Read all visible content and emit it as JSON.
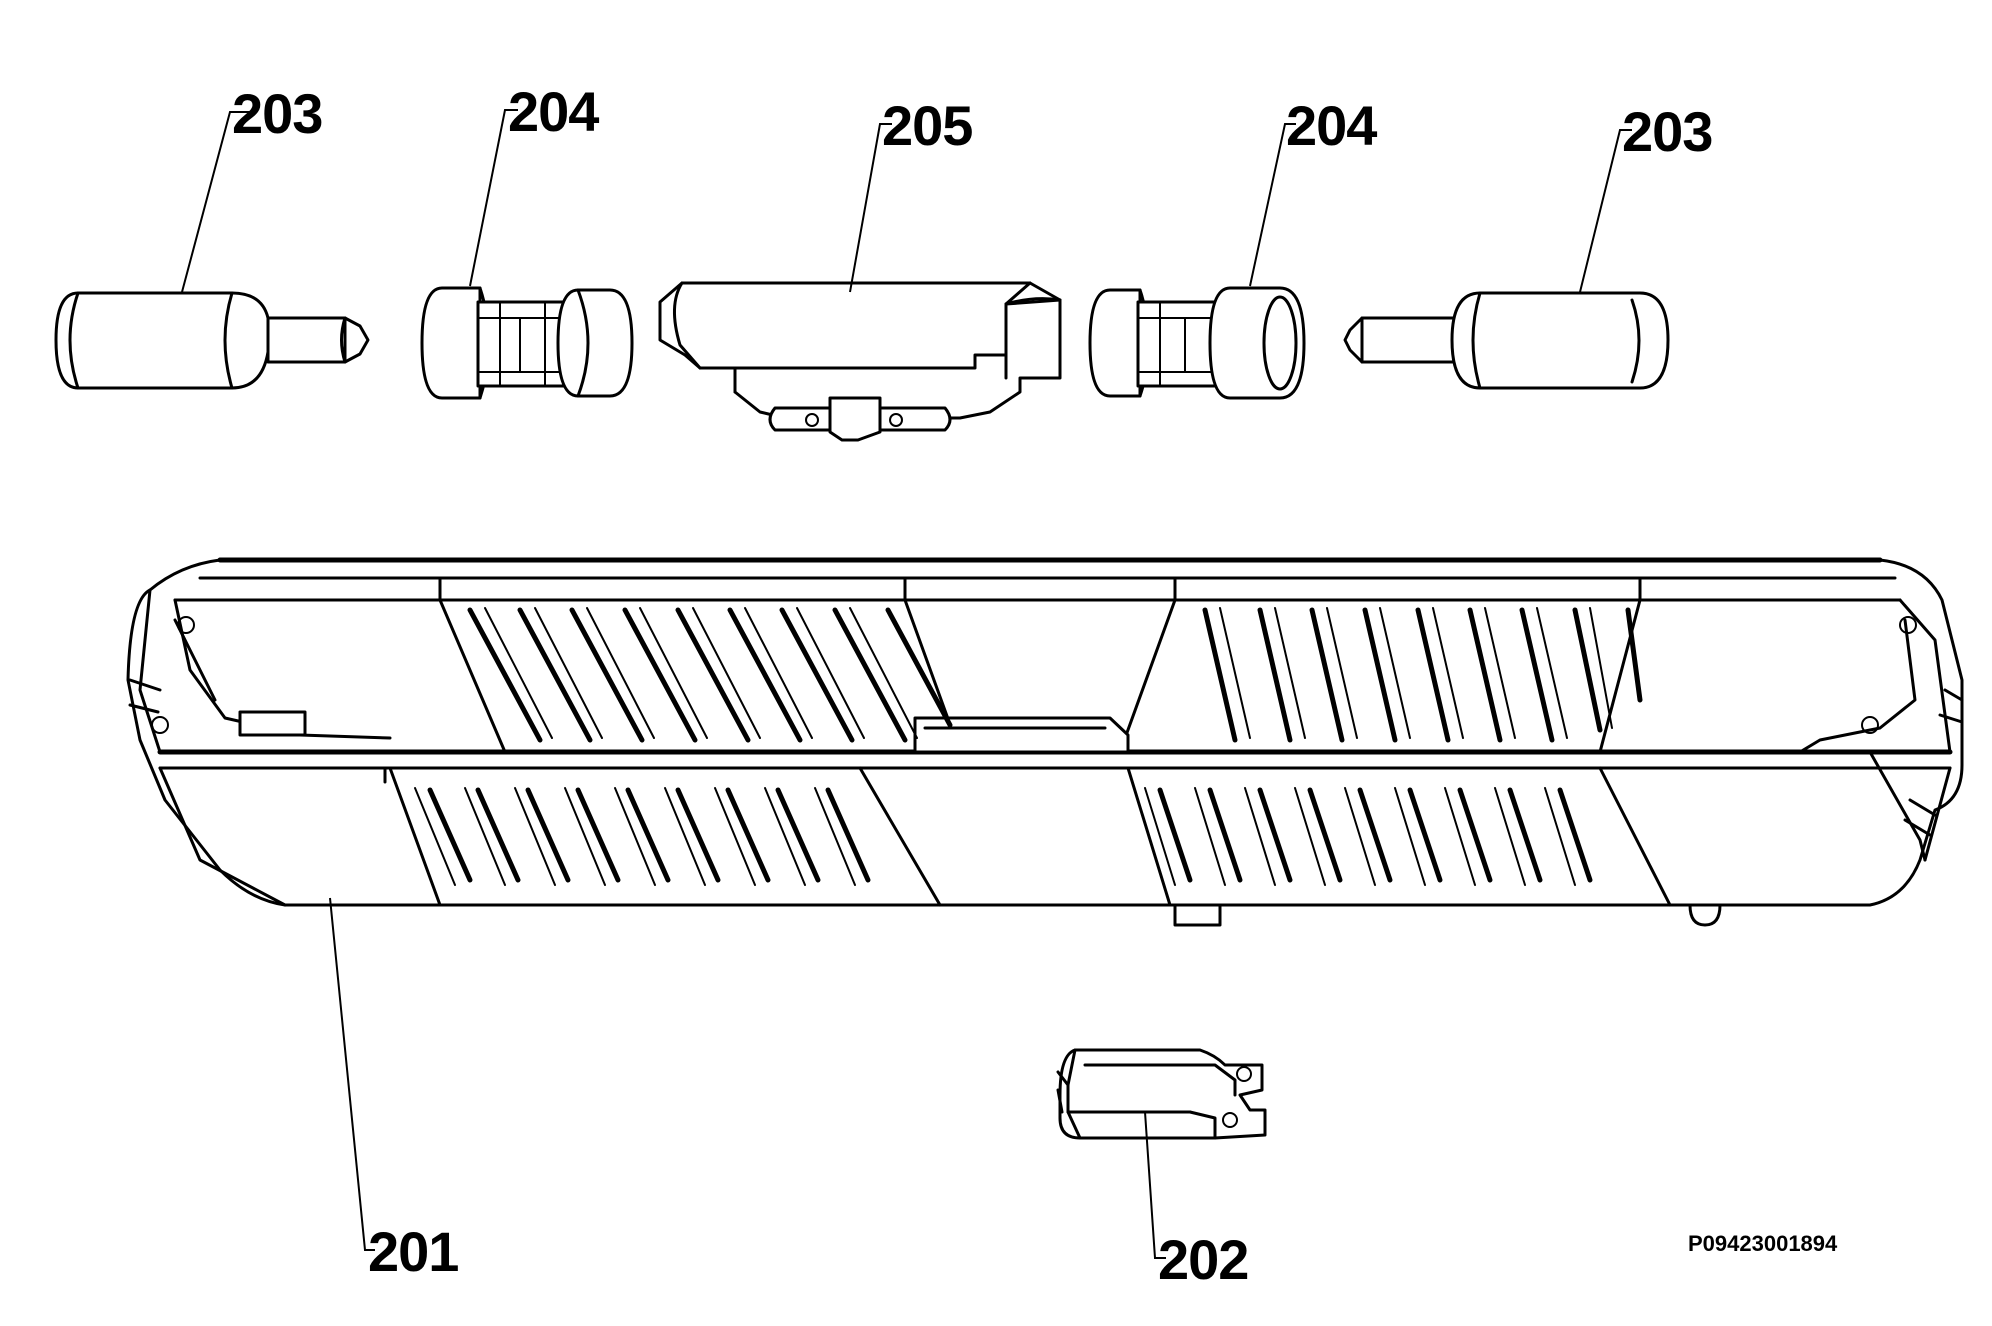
{
  "labels": {
    "cap_left": "203",
    "adapter_left": "204",
    "center_connector": "205",
    "adapter_right": "204",
    "cap_right": "203",
    "housing": "201",
    "bracket": "202"
  },
  "drawing_code": "P09423001894",
  "colors": {
    "line": "#000000",
    "background": "#ffffff"
  }
}
